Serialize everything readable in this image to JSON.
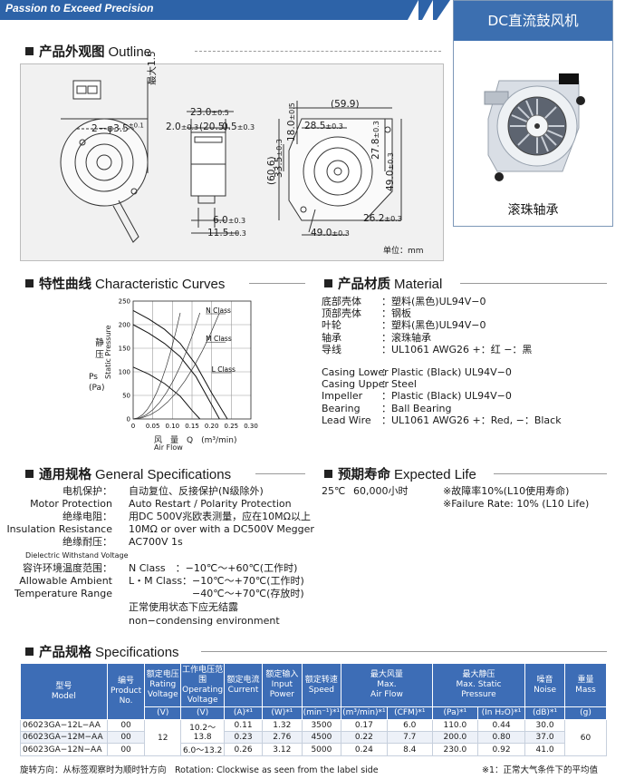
{
  "header": {
    "tagline": "Passion to Exceed Precision"
  },
  "product": {
    "title": "DC直流鼓风机",
    "caption": "滚珠轴承"
  },
  "outline": {
    "title_cn": "产品外观图",
    "title_en": "Outline",
    "dims": {
      "max_height": "最大1.5",
      "hole": "2－φ3.5",
      "tol_01": "±0.1",
      "tol_05": "±0.5",
      "tol_03": "±0.3",
      "w23": "23.0",
      "d20": "2.0",
      "d205": "(20.5)",
      "d05": "0.5",
      "d60": "6.0",
      "d115": "11.5",
      "d599": "(59.9)",
      "d285": "28.5",
      "d335": "33.5",
      "d180": "18.0",
      "d278": "27.8",
      "d490v": "49.0",
      "d262": "26.2",
      "d490h": "49.0",
      "d606": "(60.6)"
    },
    "unit": "单位：mm"
  },
  "curves": {
    "title_cn": "特性曲线",
    "title_en": "Characteristic Curves",
    "ylabel_cn": [
      "静",
      "压",
      "Ps",
      "(Pa)"
    ],
    "ylabel_en": "Static Pressure",
    "xlabel_cn": "风　量　Q　(m³/min)",
    "xlabel_en": "Air Flow"
  },
  "chart_data": {
    "type": "line",
    "xlim": [
      0,
      0.3
    ],
    "ylim": [
      0,
      250
    ],
    "xticks": [
      "0",
      "0.05",
      "0.10",
      "0.15",
      "0.20",
      "0.25",
      "0.30"
    ],
    "yticks": [
      "0",
      "50",
      "100",
      "150",
      "200",
      "250"
    ],
    "series": [
      {
        "name": "N Class",
        "x": [
          0,
          0.04,
          0.08,
          0.12,
          0.16,
          0.2,
          0.24
        ],
        "y": [
          230,
          212,
          190,
          160,
          115,
          55,
          0
        ]
      },
      {
        "name": "M Class",
        "x": [
          0,
          0.04,
          0.08,
          0.12,
          0.16,
          0.2,
          0.22
        ],
        "y": [
          200,
          182,
          160,
          132,
          90,
          30,
          0
        ]
      },
      {
        "name": "L Class",
        "x": [
          0,
          0.04,
          0.08,
          0.12,
          0.15,
          0.17
        ],
        "y": [
          110,
          95,
          75,
          48,
          18,
          0
        ]
      }
    ]
  },
  "material": {
    "title_cn": "产品材质",
    "title_en": "Material",
    "cn": [
      [
        "底部壳体",
        "塑料(黑色)UL94V−0"
      ],
      [
        "顶部壳体",
        "钢板"
      ],
      [
        "叶轮",
        "塑料(黑色)UL94V−0"
      ],
      [
        "轴承",
        "滚珠轴承"
      ],
      [
        "导线",
        "UL1061 AWG26 +：红  −：黑"
      ]
    ],
    "en": [
      [
        "Casing Lower",
        "Plastic (Black) UL94V−0"
      ],
      [
        "Casing Upper",
        "Steel"
      ],
      [
        "Impeller",
        "Plastic (Black) UL94V−0"
      ],
      [
        "Bearing",
        "Ball Bearing"
      ],
      [
        "Lead Wire",
        "UL1061 AWG26 +：Red, −：Black"
      ]
    ]
  },
  "general": {
    "title_cn": "通用规格",
    "title_en": "General Specifications",
    "motor_cn": "电机保护：",
    "motor_en": "Motor Protection",
    "motor_val_cn": "自动复位、反接保护(N级除外)",
    "motor_val_en": "Auto Restart / Polarity Protection",
    "ins_cn": "绝缘电阻：",
    "ins_en": "Insulation Resistance",
    "ins_val_cn": "用DC 500V兆欧表测量，应在10MΩ以上",
    "ins_val_en": "10MΩ or over with a DC500V Megger",
    "diel_cn": "绝缘耐压：",
    "diel_en": "Dielectric Withstand Voltage",
    "diel_val": "AC700V 1s",
    "temp_cn": "容许环境温度范围：",
    "temp_en1": "Allowable Ambient",
    "temp_en2": "Temperature Range",
    "temp_n": "N Class　：−10℃～+60℃(工作时)",
    "temp_lm": "L・M Class：−10℃～+70℃(工作时)",
    "temp_store": "−40℃～+70℃(存放时)",
    "note_cn": "正常使用状态下应无结露",
    "note_en": "non−condensing environment"
  },
  "life": {
    "title_cn": "预期寿命",
    "title_en": "Expected Life",
    "temp": "25℃",
    "hours": "60,000小时",
    "fail_cn": "※故障率10%(L10使用寿命)",
    "fail_en": "※Failure Rate: 10% (L10 Life)"
  },
  "specs": {
    "title_cn": "产品规格",
    "title_en": "Specifications",
    "h": {
      "model": [
        "型号",
        "Model"
      ],
      "product": [
        "编号",
        "Product",
        "No."
      ],
      "rv": [
        "额定电压",
        "Rating",
        "Voltage"
      ],
      "ov": [
        "工作电压范围",
        "Operating",
        "Voltage"
      ],
      "cur": [
        "额定电流",
        "Current"
      ],
      "pow": [
        "额定输入",
        "Input",
        "Power"
      ],
      "spd": [
        "额定转速",
        "Speed"
      ],
      "flow": [
        "最大风量",
        "Max.",
        "Air Flow"
      ],
      "press": [
        "最大静压",
        "Max. Static",
        "Pressure"
      ],
      "noise": [
        "噪音",
        "Noise"
      ],
      "mass": [
        "重量",
        "Mass"
      ]
    },
    "units": [
      "(V)",
      "(V)",
      "(A)*¹",
      "(W)*¹",
      "(min⁻¹)*¹",
      "(m³/min)*¹",
      "(CFM)*¹",
      "(Pa)*¹",
      "(In H₂O)*¹",
      "(dB)*¹",
      "(g)"
    ],
    "rv_val": "12",
    "ov_top": "10.2～13.8",
    "ov_bot": "6.0～13.2",
    "mass_val": "60",
    "rows": [
      {
        "model": "06023GA−12L−AA",
        "no": "00",
        "cur": "0.11",
        "pow": "1.32",
        "spd": "3500",
        "m3": "0.17",
        "cfm": "6.0",
        "pa": "110.0",
        "inh": "0.44",
        "db": "30.0"
      },
      {
        "model": "06023GA−12M−AA",
        "no": "00",
        "cur": "0.23",
        "pow": "2.76",
        "spd": "4500",
        "m3": "0.22",
        "cfm": "7.7",
        "pa": "200.0",
        "inh": "0.80",
        "db": "37.0"
      },
      {
        "model": "06023GA−12N−AA",
        "no": "00",
        "cur": "0.26",
        "pow": "3.12",
        "spd": "5000",
        "m3": "0.24",
        "cfm": "8.4",
        "pa": "230.0",
        "inh": "0.92",
        "db": "41.0"
      }
    ],
    "foot_left": "旋转方向：从标签观察时为顺时针方向　Rotation: Clockwise as seen from the label side",
    "foot_right": "※1：正常大气条件下的平均值"
  },
  "colors": {
    "accent": "#2d63a8",
    "table_header": "#3d6db6"
  }
}
